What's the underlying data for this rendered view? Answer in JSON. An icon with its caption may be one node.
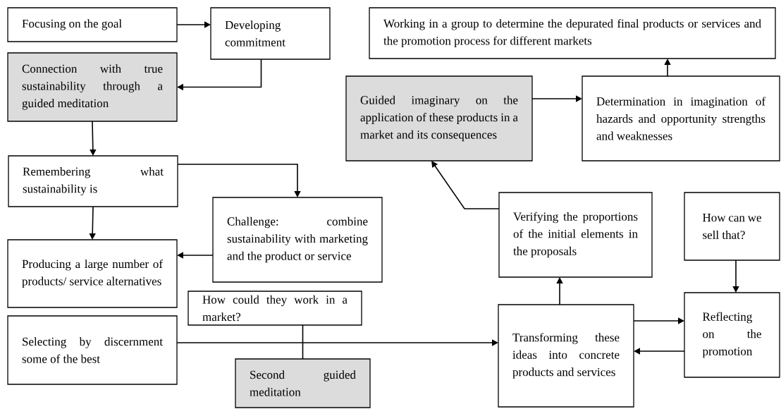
{
  "diagram": {
    "nodes": [
      {
        "text": [
          "Focusing on the goal"
        ]
      },
      {
        "text": [
          "Developing commitment"
        ]
      },
      {
        "text": [
          "Connection with true sustainability through a guided meditation"
        ]
      },
      {
        "text": [
          "Remembering what sustainability is"
        ]
      },
      {
        "text": [
          "Challenge: combine sustainability with marketing and the product or service"
        ]
      },
      {
        "text": [
          "Producing a large number of products/ service alternatives"
        ]
      },
      {
        "text": [
          "How could they work in a market?"
        ]
      },
      {
        "text": [
          "Selecting by discernment some of the best"
        ]
      },
      {
        "text": [
          "Second guided meditation"
        ]
      },
      {
        "text": [
          "Working in a group to determine the depurated final products or services and the promotion process for different markets"
        ]
      },
      {
        "text": [
          "Guided imaginary on the application of these products in a market and its consequences"
        ]
      },
      {
        "text": [
          "Determination in imagination of hazards and opportunity strengths and weaknesses"
        ]
      },
      {
        "text": [
          "Verifying the proportions of the initial elements in the proposals"
        ]
      },
      {
        "text": [
          "How can we sell that?"
        ]
      },
      {
        "text": [
          "Transforming these ideas into concrete products and services"
        ]
      },
      {
        "text": [
          "Reflecting on the promotion"
        ]
      }
    ],
    "edges": [
      {
        "from": 0,
        "to": 1,
        "arrow": "to"
      },
      {
        "from": 1,
        "to": 2,
        "arrow": "to"
      },
      {
        "from": 2,
        "to": 3,
        "arrow": "to"
      },
      {
        "from": 3,
        "to": 4,
        "arrow": "to"
      },
      {
        "from": 3,
        "to": 5,
        "arrow": "to"
      },
      {
        "from": 4,
        "to": 5,
        "arrow": "to"
      },
      {
        "from": 6,
        "to": 8,
        "arrow": "none"
      },
      {
        "from": 7,
        "to": 14,
        "arrow": "to"
      },
      {
        "from": 14,
        "to": 12,
        "arrow": "to"
      },
      {
        "from": 12,
        "to": 10,
        "arrow": "to"
      },
      {
        "from": 10,
        "to": 11,
        "arrow": "to"
      },
      {
        "from": 11,
        "to": 9,
        "arrow": "to"
      },
      {
        "from": 13,
        "to": 15,
        "arrow": "to"
      },
      {
        "from": 14,
        "to": 15,
        "arrow": "to"
      },
      {
        "from": 15,
        "to": 14,
        "arrow": "to"
      }
    ]
  }
}
